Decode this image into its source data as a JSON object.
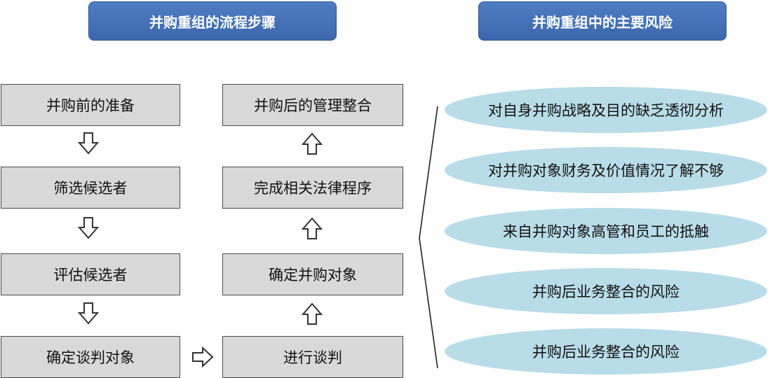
{
  "headers": {
    "process": "并购重组的流程步骤",
    "risks": "并购重组中的主要风险"
  },
  "steps_left": [
    "并购前的准备",
    "筛选候选者",
    "评估候选者",
    "确定谈判对象"
  ],
  "steps_right": [
    "进行谈判",
    "确定并购对象",
    "完成相关法律程序",
    "并购后的管理整合"
  ],
  "risks": [
    "对自身并购战略及目的缺乏透彻分析",
    "对并购对象财务及价值情况了解不够",
    "来自并购对象高管和员工的抵触",
    "并购后业务整合的风险",
    "并购后业务整合的风险"
  ],
  "colors": {
    "header_fill": "#4472c4",
    "step_fill": "#d9d9d9",
    "risk_fill": "#b9dde8"
  }
}
